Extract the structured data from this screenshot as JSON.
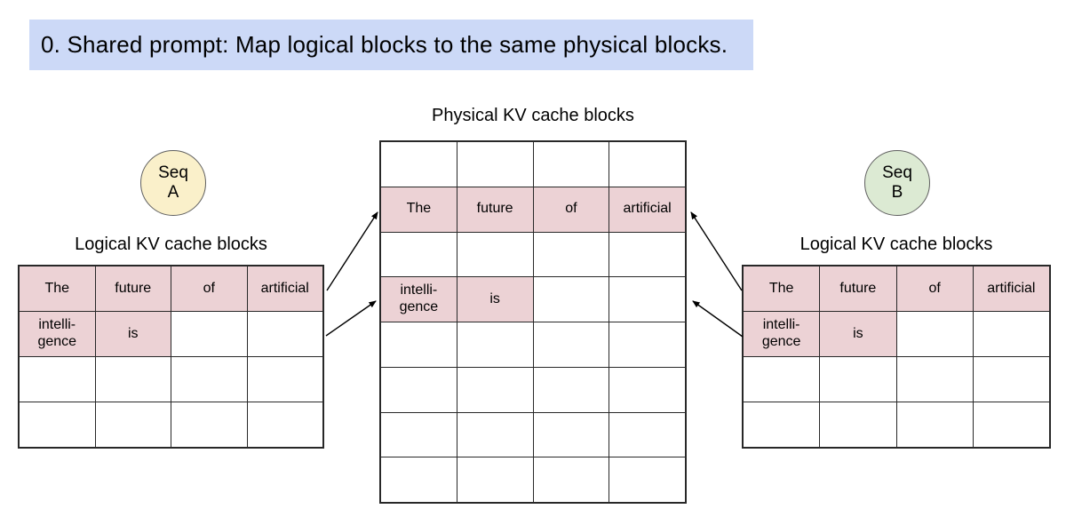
{
  "banner": {
    "text": "0. Shared prompt: Map logical blocks to the same physical blocks."
  },
  "colors": {
    "banner_bg": "#ccd9f7",
    "cell_filled": "#ecd2d5",
    "seq_a_fill": "#faf0ca",
    "seq_b_fill": "#dcead3",
    "table_border": "#282828",
    "arrow": "#000000"
  },
  "physical": {
    "title": "Physical KV cache blocks",
    "rows": [
      [
        {
          "text": "",
          "filled": false
        },
        {
          "text": "",
          "filled": false
        },
        {
          "text": "",
          "filled": false
        },
        {
          "text": "",
          "filled": false
        }
      ],
      [
        {
          "text": "The",
          "filled": true
        },
        {
          "text": "future",
          "filled": true
        },
        {
          "text": "of",
          "filled": true
        },
        {
          "text": "artificial",
          "filled": true
        }
      ],
      [
        {
          "text": "",
          "filled": false
        },
        {
          "text": "",
          "filled": false
        },
        {
          "text": "",
          "filled": false
        },
        {
          "text": "",
          "filled": false
        }
      ],
      [
        {
          "text": "intelli-\ngence",
          "filled": true
        },
        {
          "text": "is",
          "filled": true
        },
        {
          "text": "",
          "filled": false
        },
        {
          "text": "",
          "filled": false
        }
      ],
      [
        {
          "text": "",
          "filled": false
        },
        {
          "text": "",
          "filled": false
        },
        {
          "text": "",
          "filled": false
        },
        {
          "text": "",
          "filled": false
        }
      ],
      [
        {
          "text": "",
          "filled": false
        },
        {
          "text": "",
          "filled": false
        },
        {
          "text": "",
          "filled": false
        },
        {
          "text": "",
          "filled": false
        }
      ],
      [
        {
          "text": "",
          "filled": false
        },
        {
          "text": "",
          "filled": false
        },
        {
          "text": "",
          "filled": false
        },
        {
          "text": "",
          "filled": false
        }
      ],
      [
        {
          "text": "",
          "filled": false
        },
        {
          "text": "",
          "filled": false
        },
        {
          "text": "",
          "filled": false
        },
        {
          "text": "",
          "filled": false
        }
      ]
    ]
  },
  "seq_a": {
    "line1": "Seq",
    "line2": "A"
  },
  "seq_b": {
    "line1": "Seq",
    "line2": "B"
  },
  "left": {
    "title": "Logical KV cache blocks",
    "rows": [
      [
        {
          "text": "The",
          "filled": true
        },
        {
          "text": "future",
          "filled": true
        },
        {
          "text": "of",
          "filled": true
        },
        {
          "text": "artificial",
          "filled": true
        }
      ],
      [
        {
          "text": "intelli-\ngence",
          "filled": true
        },
        {
          "text": "is",
          "filled": true
        },
        {
          "text": "",
          "filled": false
        },
        {
          "text": "",
          "filled": false
        }
      ],
      [
        {
          "text": "",
          "filled": false
        },
        {
          "text": "",
          "filled": false
        },
        {
          "text": "",
          "filled": false
        },
        {
          "text": "",
          "filled": false
        }
      ],
      [
        {
          "text": "",
          "filled": false
        },
        {
          "text": "",
          "filled": false
        },
        {
          "text": "",
          "filled": false
        },
        {
          "text": "",
          "filled": false
        }
      ]
    ]
  },
  "right": {
    "title": "Logical KV cache blocks",
    "rows": [
      [
        {
          "text": "The",
          "filled": true
        },
        {
          "text": "future",
          "filled": true
        },
        {
          "text": "of",
          "filled": true
        },
        {
          "text": "artificial",
          "filled": true
        }
      ],
      [
        {
          "text": "intelli-\ngence",
          "filled": true
        },
        {
          "text": "is",
          "filled": true
        },
        {
          "text": "",
          "filled": false
        },
        {
          "text": "",
          "filled": false
        }
      ],
      [
        {
          "text": "",
          "filled": false
        },
        {
          "text": "",
          "filled": false
        },
        {
          "text": "",
          "filled": false
        },
        {
          "text": "",
          "filled": false
        }
      ],
      [
        {
          "text": "",
          "filled": false
        },
        {
          "text": "",
          "filled": false
        },
        {
          "text": "",
          "filled": false
        },
        {
          "text": "",
          "filled": false
        }
      ]
    ]
  }
}
